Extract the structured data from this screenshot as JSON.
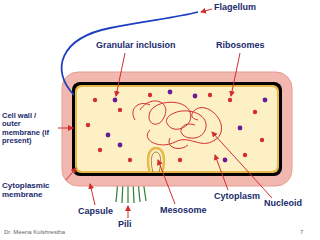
{
  "diagram": {
    "labels": [
      "Flagellum",
      "Granular inclusion",
      "Ribosomes",
      "Cell wall / outer membrane (if present)",
      "Cytoplasmic membrane",
      "Capsule",
      "Pili",
      "Mesosome",
      "Cytoplasm",
      "Nucleoid",
      "Dr. Meena Kulshrestha",
      "7"
    ]
  }
}
